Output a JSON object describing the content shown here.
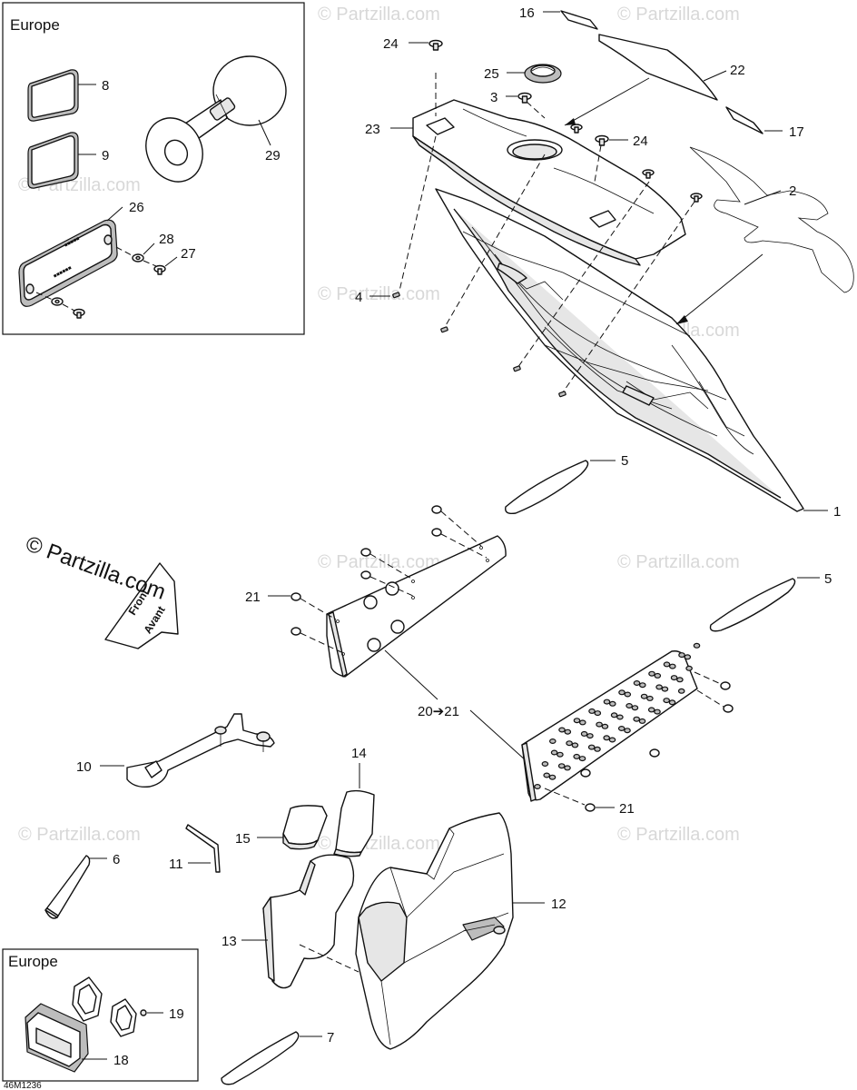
{
  "insets": {
    "top_left_title": "Europe",
    "bottom_left_title": "Europe"
  },
  "callouts": {
    "c1": "1",
    "c2": "2",
    "c3": "3",
    "c4": "4",
    "c5a": "5",
    "c5b": "5",
    "c6": "6",
    "c7": "7",
    "c8": "8",
    "c9": "9",
    "c10": "10",
    "c11": "11",
    "c12": "12",
    "c13": "13",
    "c14": "14",
    "c15": "15",
    "c16": "16",
    "c17": "17",
    "c18": "18",
    "c19": "19",
    "c20": "20➔21",
    "c21a": "21",
    "c21b": "21",
    "c22": "22",
    "c23": "23",
    "c24a": "24",
    "c24b": "24",
    "c25": "25",
    "c26": "26",
    "c27": "27",
    "c28": "28",
    "c29": "29"
  },
  "front_arrow": {
    "line1": "Front",
    "line2": "Avant"
  },
  "watermark": {
    "brand": "© Partzilla.com",
    "brand_large": "© Partzilla.com"
  },
  "diagram_code": "46M1236"
}
